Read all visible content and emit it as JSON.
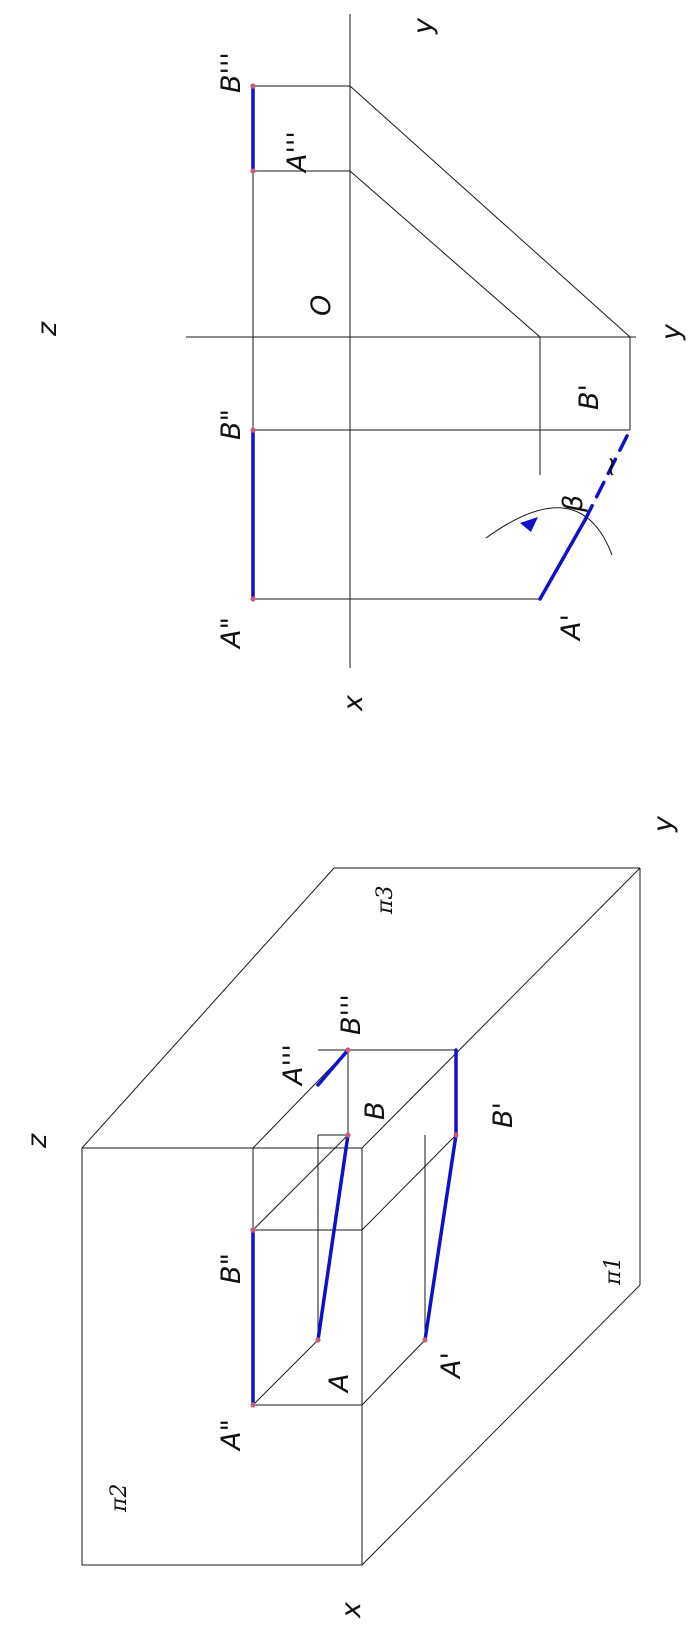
{
  "top_view": {
    "labels": {
      "x": "x",
      "z": "z",
      "y_top": "y",
      "y_bottom": "y",
      "origin": "O",
      "a2": "A\"",
      "b2": "B\"",
      "a3": "A'''",
      "b3": "B'''",
      "a1": "A'",
      "b1": "B'",
      "beta": "β",
      "tilde": "~"
    }
  },
  "bottom_view": {
    "labels": {
      "x": "x",
      "z": "z",
      "y": "y",
      "pi1": "π1",
      "pi2": "π2",
      "pi3": "π3",
      "a2": "A\"",
      "b2": "B\"",
      "a3": "A'''",
      "b3": "B'''",
      "a": "A",
      "b": "B",
      "a1": "A'",
      "b1": "B'"
    }
  },
  "colors": {
    "lines": "#1a1a1a",
    "segment": "#1010c8",
    "points": "#d05a7a"
  }
}
